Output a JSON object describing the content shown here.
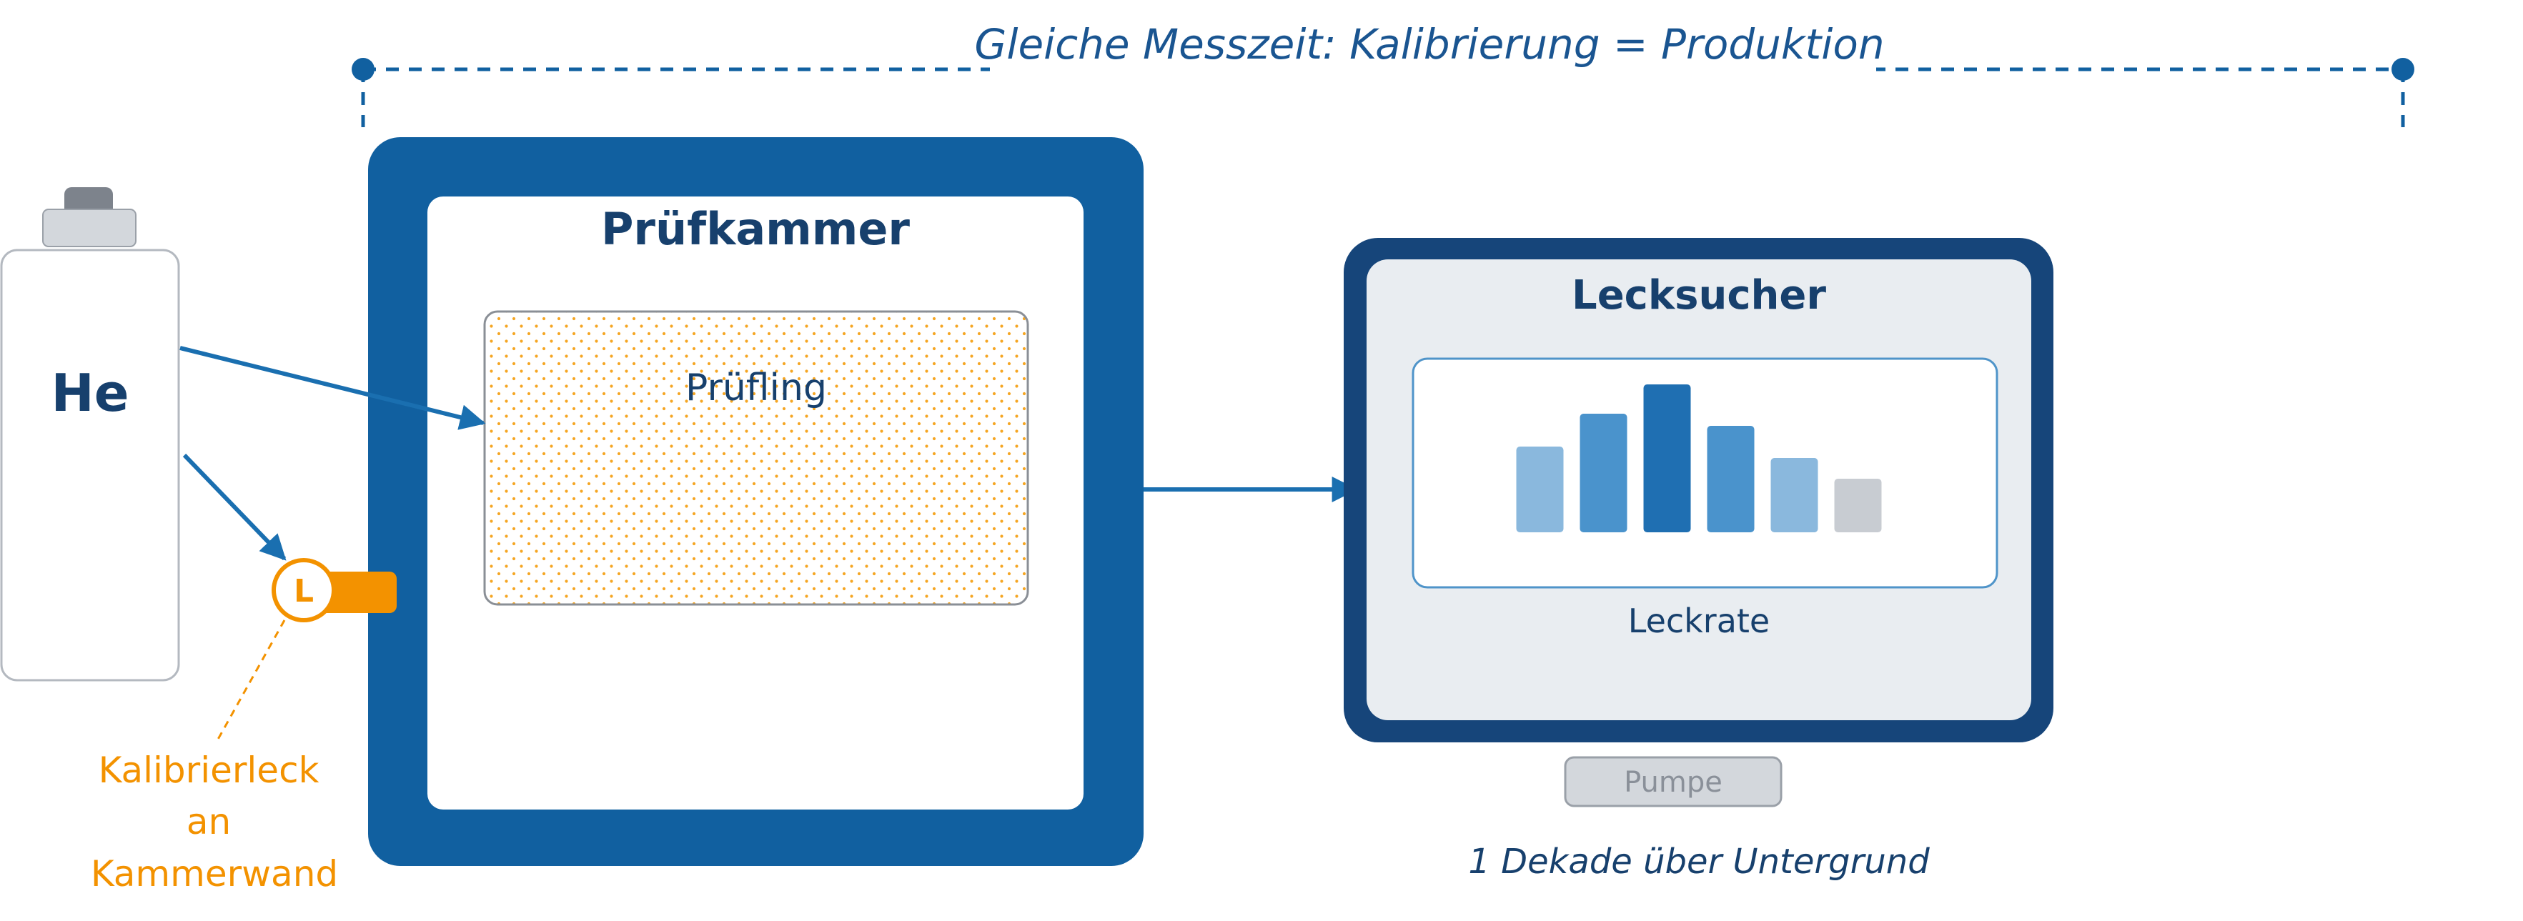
{
  "header": {
    "title": "Gleiche Messzeit: Kalibrierung = Produktion"
  },
  "cylinder": {
    "label": "He"
  },
  "chamber": {
    "title": "Prüfkammer",
    "specimen_label": "Prüfling"
  },
  "calibration_leak": {
    "symbol": "L",
    "caption_lines": [
      "Kalibrierleck",
      "an",
      "Kammerwand"
    ]
  },
  "detector": {
    "title": "Lecksucher",
    "display_label": "Leckrate",
    "bars": [
      {
        "level": 0.58,
        "color": "#8ab8dd"
      },
      {
        "level": 0.8,
        "color": "#4a93cc"
      },
      {
        "level": 1.0,
        "color": "#1f6fb2"
      },
      {
        "level": 0.72,
        "color": "#4a93cc"
      },
      {
        "level": 0.5,
        "color": "#8ab8dd"
      },
      {
        "level": 0.36,
        "color": "#c8ccd2"
      }
    ]
  },
  "pump": {
    "label": "Pumpe"
  },
  "footnote": {
    "text": "1 Dekade über Untergrund"
  },
  "colors": {
    "primary_blue": "#1160a0",
    "dark_blue": "#17406d",
    "orange": "#f39200",
    "gray": "#c8ccd2"
  }
}
